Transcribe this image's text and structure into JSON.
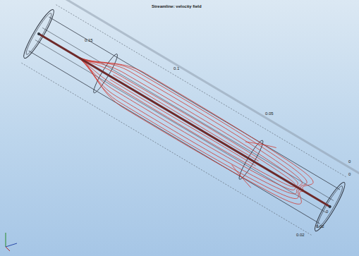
{
  "diagram": {
    "title": "Streamline: velocity field",
    "labels": [
      "0.15",
      "0.1",
      "0.05",
      "0",
      "0",
      "0",
      "0.02",
      "0.02"
    ]
  }
}
